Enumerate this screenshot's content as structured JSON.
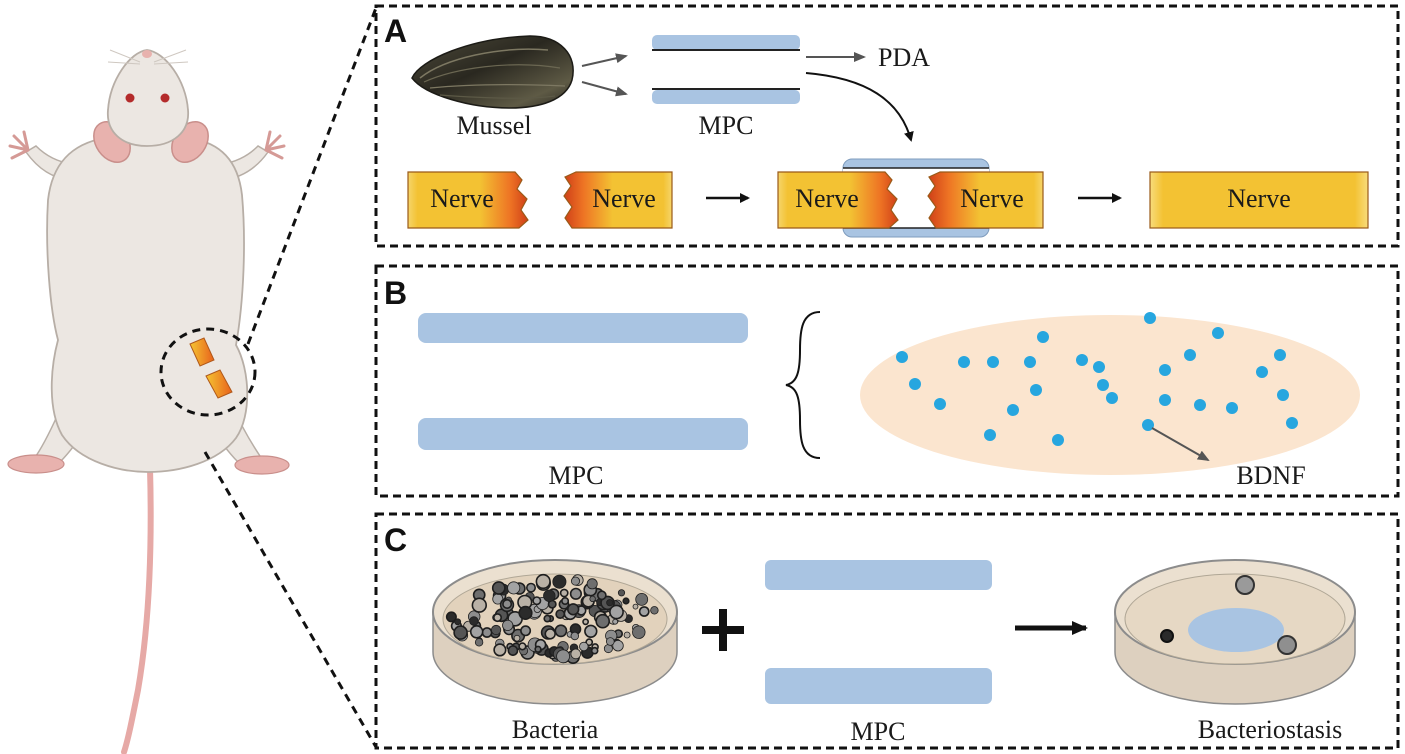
{
  "panel_a": {
    "letter": "A",
    "mussel": "Mussel",
    "mpc": "MPC",
    "pda": "PDA",
    "nerve_segments": [
      "Nerve",
      "Nerve",
      "Nerve",
      "Nerve",
      "Nerve"
    ]
  },
  "panel_b": {
    "letter": "B",
    "mpc": "MPC",
    "bdnf": "BDNF"
  },
  "panel_c": {
    "letter": "C",
    "bacteria": "Bacteria",
    "mpc": "MPC",
    "result": "Bacteriostasis"
  },
  "colors": {
    "conduit_blue": "#a9c4e2",
    "nerve_yellow": "#f3c233",
    "nerve_cut_orange": "#e65a1c",
    "bdnf_dot": "#27a6df",
    "release_zone": "#fbe5cf",
    "rat_fur": "#ece7e2",
    "rat_pink": "#e8b2ae"
  }
}
